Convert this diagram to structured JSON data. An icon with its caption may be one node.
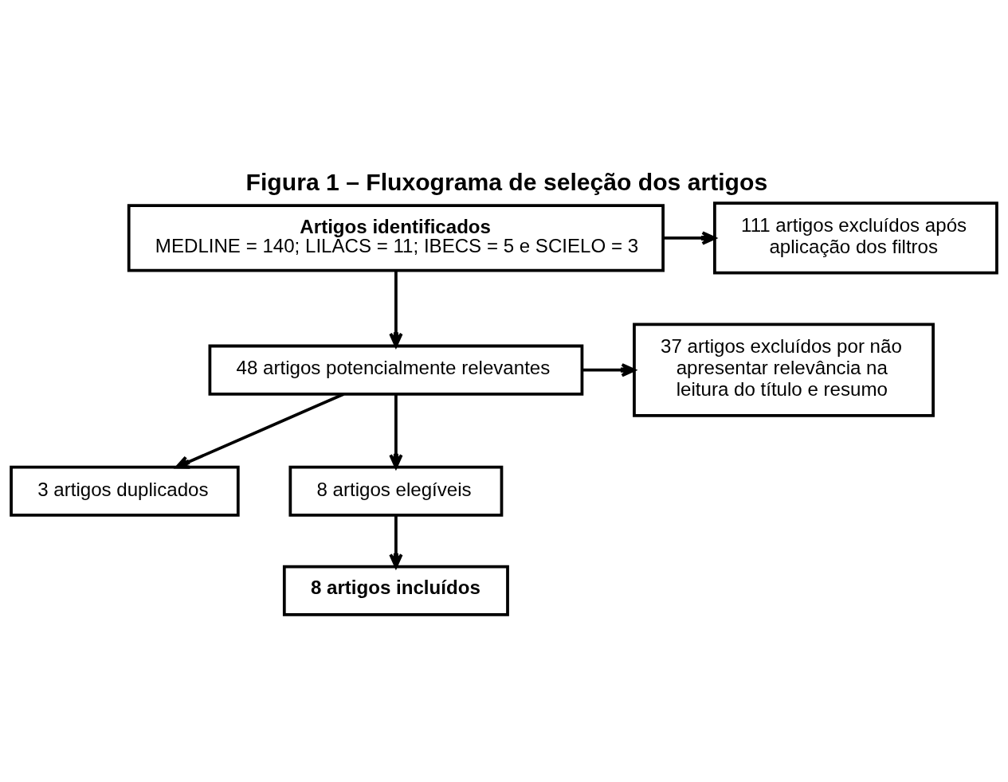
{
  "diagram": {
    "title": "Figura 1 – Fluxograma de seleção dos artigos",
    "nodes": [
      {
        "text": [
          "Artigos identificados",
          "MEDLINE = 140; LILACS = 11; IBECS = 5 e SCIELO = 3"
        ]
      },
      {
        "text": [
          "111 artigos excluídos após aplicação dos filtros"
        ]
      },
      {
        "text": [
          "48 artigos potencialmente relevantes"
        ]
      },
      {
        "text": [
          "37 artigos excluídos por não apresentar relevância na leitura do título e resumo"
        ]
      },
      {
        "text": [
          "3 artigos duplicados"
        ]
      },
      {
        "text": [
          "8 artigos elegíveis"
        ]
      },
      {
        "text": [
          "8 artigos incluídos"
        ]
      }
    ],
    "edges": [
      {
        "from": 0,
        "to": 1,
        "arrow": "to"
      },
      {
        "from": 0,
        "to": 2,
        "arrow": "to"
      },
      {
        "from": 2,
        "to": 3,
        "arrow": "to"
      },
      {
        "from": 2,
        "to": 4,
        "arrow": "to"
      },
      {
        "from": 2,
        "to": 5,
        "arrow": "to"
      },
      {
        "from": 5,
        "to": 6,
        "arrow": "to"
      }
    ]
  }
}
